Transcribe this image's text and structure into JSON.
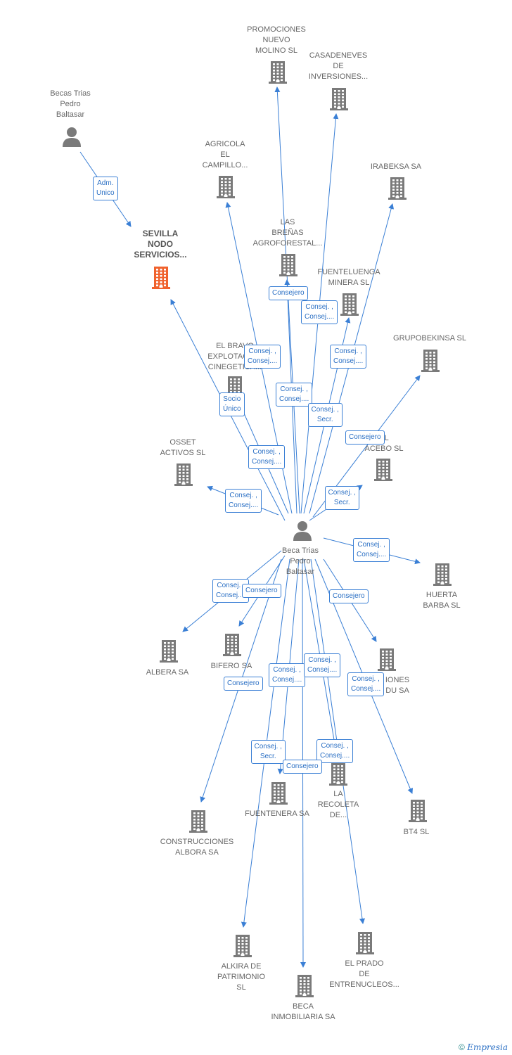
{
  "colors": {
    "edge": "#3a7fd5",
    "building": "#7a7a7a",
    "building_hl": "#f0622d",
    "person": "#7a7a7a"
  },
  "nodes": [
    {
      "id": "becas_trias",
      "label": [
        "Becas Trias",
        "Pedro",
        "Baltasar"
      ],
      "icon": "person-icon",
      "hl": false
    },
    {
      "id": "beca_center",
      "label": [
        "Beca Trias",
        "Pedro",
        "Baltasar"
      ],
      "icon": "person-icon",
      "hl": false
    },
    {
      "id": "sevilla",
      "label": [
        "SEVILLA",
        "NODO",
        "SERVICIOS..."
      ],
      "icon": "building-icon",
      "hl": true
    },
    {
      "id": "promociones",
      "label": [
        "PROMOCIONES",
        "NUEVO",
        "MOLINO  SL"
      ],
      "icon": "building-icon",
      "hl": false
    },
    {
      "id": "casadeneves",
      "label": [
        "CASADENEVES",
        "DE",
        "INVERSIONES..."
      ],
      "icon": "building-icon",
      "hl": false
    },
    {
      "id": "agricola",
      "label": [
        "AGRICOLA",
        "EL",
        "CAMPILLO..."
      ],
      "icon": "building-icon",
      "hl": false
    },
    {
      "id": "irabeksa",
      "label": [
        "IRABEKSA SA"
      ],
      "icon": "building-icon",
      "hl": false
    },
    {
      "id": "brenas",
      "label": [
        "LAS",
        "BREÑAS",
        "AGROFORESTAL..."
      ],
      "icon": "building-icon",
      "hl": false
    },
    {
      "id": "fuenteluenga",
      "label": [
        "FUENTELUENGA",
        "MINERA  SL"
      ],
      "icon": "building-icon",
      "hl": false
    },
    {
      "id": "bravo",
      "label": [
        "EL BRAVO",
        "EXPLOTACION",
        "CINEGETICA..."
      ],
      "icon": "building-icon",
      "hl": false
    },
    {
      "id": "grupobekinsa",
      "label": [
        "GRUPOBEKINSA SL"
      ],
      "icon": "building-icon",
      "hl": false
    },
    {
      "id": "acebo",
      "label": [
        "EL",
        "ACEBO  SL"
      ],
      "icon": "building-icon",
      "hl": false
    },
    {
      "id": "osset",
      "label": [
        "OSSET",
        "ACTIVOS  SL"
      ],
      "icon": "building-icon",
      "hl": false
    },
    {
      "id": "huerta",
      "label": [
        "HUERTA",
        "BARBA  SL"
      ],
      "icon": "building-icon",
      "hl": false
    },
    {
      "id": "albera",
      "label": [
        "ALBERA SA"
      ],
      "icon": "building-icon",
      "hl": false
    },
    {
      "id": "bifero",
      "label": [
        "BIFERO SA"
      ],
      "icon": "building-icon",
      "hl": false
    },
    {
      "id": "iones",
      "label": [
        "IONES",
        "DU SA"
      ],
      "icon": "building-icon",
      "hl": false
    },
    {
      "id": "fuentenera",
      "label": [
        "FUENTENERA SA"
      ],
      "icon": "building-icon",
      "hl": false
    },
    {
      "id": "recoleta",
      "label": [
        "LA",
        "RECOLETA",
        "DE..."
      ],
      "icon": "building-icon",
      "hl": false
    },
    {
      "id": "bt4",
      "label": [
        "BT4 SL"
      ],
      "icon": "building-icon",
      "hl": false
    },
    {
      "id": "albora",
      "label": [
        "CONSTRUCCIONES",
        "ALBORA SA"
      ],
      "icon": "building-icon",
      "hl": false
    },
    {
      "id": "alkira",
      "label": [
        "ALKIRA DE",
        "PATRIMONIO",
        "SL"
      ],
      "icon": "building-icon",
      "hl": false
    },
    {
      "id": "elprado",
      "label": [
        "EL PRADO",
        "DE",
        "ENTRENUCLEOS..."
      ],
      "icon": "building-icon",
      "hl": false
    },
    {
      "id": "beca_inmo",
      "label": [
        "BECA",
        "INMOBILIARIA SA"
      ],
      "icon": "building-icon",
      "hl": false
    }
  ],
  "edges": [
    {
      "from": "becas_trias",
      "to": "sevilla",
      "label": [
        "Adm.",
        "Unico"
      ]
    },
    {
      "from": "beca_center",
      "to": "sevilla",
      "label": [
        "Socio",
        "Único"
      ]
    },
    {
      "from": "beca_center",
      "to": "promociones",
      "label": [
        "Consejero"
      ]
    },
    {
      "from": "beca_center",
      "to": "casadeneves",
      "label": [
        "Consej. ,",
        "Consej...."
      ]
    },
    {
      "from": "beca_center",
      "to": "agricola",
      "label": [
        "Consej. ,",
        "Consej...."
      ]
    },
    {
      "from": "beca_center",
      "to": "irabeksa",
      "label": [
        "Consej. ,",
        "Consej...."
      ]
    },
    {
      "from": "beca_center",
      "to": "brenas",
      "label": [
        "Consej. ,",
        "Consej...."
      ]
    },
    {
      "from": "beca_center",
      "to": "fuenteluenga",
      "label": [
        "Consej. ,",
        "Secr."
      ]
    },
    {
      "from": "beca_center",
      "to": "bravo",
      "label": [
        "Consej. ,",
        "Consej...."
      ]
    },
    {
      "from": "beca_center",
      "to": "grupobekinsa",
      "label": [
        "Consejero"
      ]
    },
    {
      "from": "beca_center",
      "to": "acebo",
      "label": [
        "Consej. ,",
        "Secr."
      ]
    },
    {
      "from": "beca_center",
      "to": "osset",
      "label": [
        "Consej. ,",
        "Consej...."
      ]
    },
    {
      "from": "beca_center",
      "to": "huerta",
      "label": [
        "Consej. ,",
        "Consej...."
      ]
    },
    {
      "from": "beca_center",
      "to": "albera",
      "label": [
        "Consej. ,",
        "Consej...."
      ]
    },
    {
      "from": "beca_center",
      "to": "bifero",
      "label": [
        "Consejero"
      ]
    },
    {
      "from": "beca_center",
      "to": "iones",
      "label": [
        "Consejero"
      ]
    },
    {
      "from": "beca_center",
      "to": "fuentenera",
      "label": [
        "Consej. ,",
        "Consej...."
      ]
    },
    {
      "from": "beca_center",
      "to": "recoleta",
      "label": [
        "Consej. ,",
        "Consej...."
      ]
    },
    {
      "from": "beca_center",
      "to": "bt4",
      "label": [
        "Consej. ,",
        "Consej...."
      ]
    },
    {
      "from": "beca_center",
      "to": "albora",
      "label": [
        "Consejero"
      ]
    },
    {
      "from": "beca_center",
      "to": "alkira",
      "label": [
        "Consej. ,",
        "Secr."
      ]
    },
    {
      "from": "beca_center",
      "to": "elprado",
      "label": [
        "Consej. ,",
        "Consej...."
      ]
    },
    {
      "from": "beca_center",
      "to": "beca_inmo",
      "label": [
        "Consejero"
      ]
    }
  ],
  "footer": {
    "copyright": "©",
    "brand": "Empresia"
  }
}
